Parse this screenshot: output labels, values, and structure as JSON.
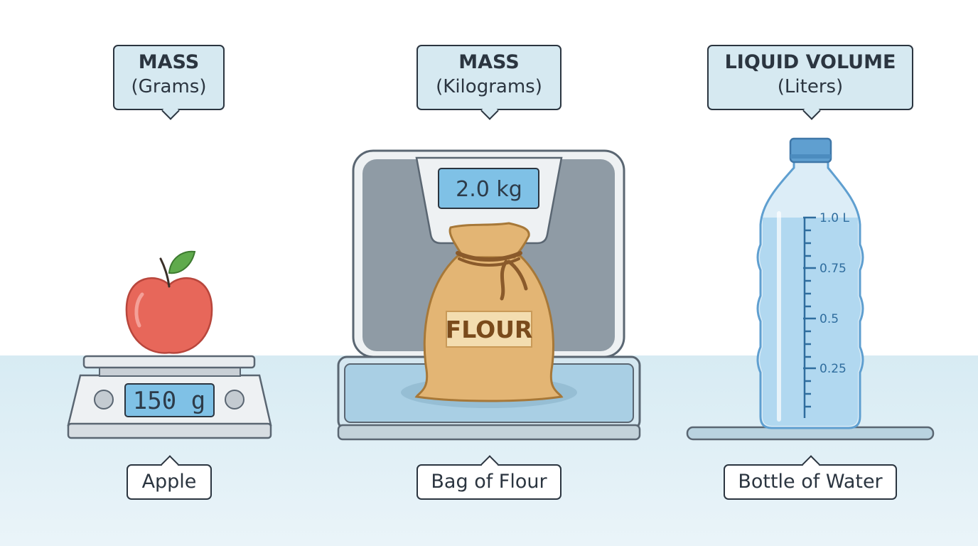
{
  "callouts": [
    {
      "heading": "MASS",
      "sub": "(Grams)"
    },
    {
      "heading": "MASS",
      "sub": "(Kilograms)"
    },
    {
      "heading": "LIQUID VOLUME",
      "sub": "(Liters)"
    }
  ],
  "items": [
    {
      "label": "Apple",
      "display_value": "150",
      "display_unit": "g"
    },
    {
      "label": "Bag of Flour",
      "display_value": "2.0",
      "display_unit": "kg",
      "sack_text": "FLOUR"
    },
    {
      "label": "Bottle of Water",
      "scale_marks": [
        "1.0 L",
        "0.75",
        "0.5",
        "0.25"
      ]
    }
  ],
  "colors": {
    "outline": "#2b3540",
    "callout_fill": "#d6e9f1",
    "lcd": "#7fc1e6",
    "apple": "#e7675a",
    "leaf": "#5faa4c",
    "sack": "#e3b574",
    "water": "#a9d4ee",
    "cap": "#5f9fd0"
  }
}
